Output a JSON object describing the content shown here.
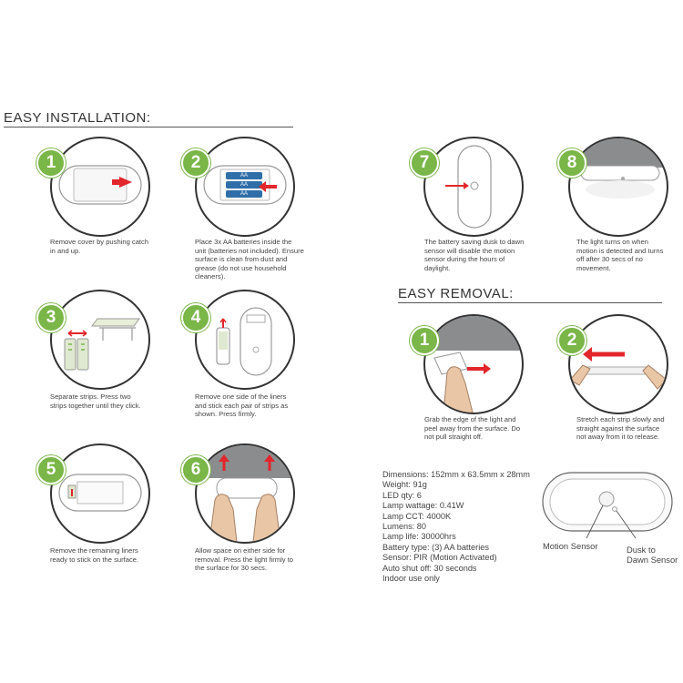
{
  "install_title": "EASY INSTALLATION:",
  "removal_title": "EASY REMOVAL:",
  "install_steps": [
    {
      "number": "1",
      "caption": "Remove cover by pushing catch in and up."
    },
    {
      "number": "2",
      "caption": "Place 3x AA batteries inside the unit (batteries not included). Ensure surface is clean from dust and grease (do not use household cleaners)."
    },
    {
      "number": "3",
      "caption": "Separate strips. Press two strips together until they click."
    },
    {
      "number": "4",
      "caption": "Remove one side of the liners and stick each pair of strips as shown. Press firmly."
    },
    {
      "number": "5",
      "caption": "Remove the remaining liners ready to stick on the surface."
    },
    {
      "number": "6",
      "caption": "Allow space on either side for removal. Press the light firmly to the surface for 30 secs."
    },
    {
      "number": "7",
      "caption": "The battery saving dusk to dawn sensor will disable the motion sensor during the hours of daylight."
    },
    {
      "number": "8",
      "caption": "The light turns on when motion is detected and turns off after 30 secs of no movement."
    }
  ],
  "battery_label": "AA",
  "removal_steps": [
    {
      "number": "1",
      "caption": "Grab the edge of the light and peel away from the surface. Do not pull straight off."
    },
    {
      "number": "2",
      "caption": "Stretch each strip slowly and straight against the surface not away from it to release."
    }
  ],
  "specs": [
    "Dimensions: 152mm x 63.5mm x 28mm",
    "Weight: 91g",
    "LED qty: 6",
    "Lamp wattage: 0.41W",
    "Lamp CCT: 4000K",
    "Lumens: 80",
    "Lamp life: 30000hrs",
    "Battery type: (3) AA batteries",
    "Sensor: PIR (Motion Activated)",
    "Auto shut off: 30 seconds",
    "Indoor use only"
  ],
  "diagram_labels": {
    "motion_sensor": "Motion Sensor",
    "dusk_to_dawn": "Dusk to Dawn Sensor"
  },
  "colors": {
    "badge_green": "#7ab648",
    "arrow_red": "#e2262b",
    "wall_grey": "#8a8c8e"
  }
}
